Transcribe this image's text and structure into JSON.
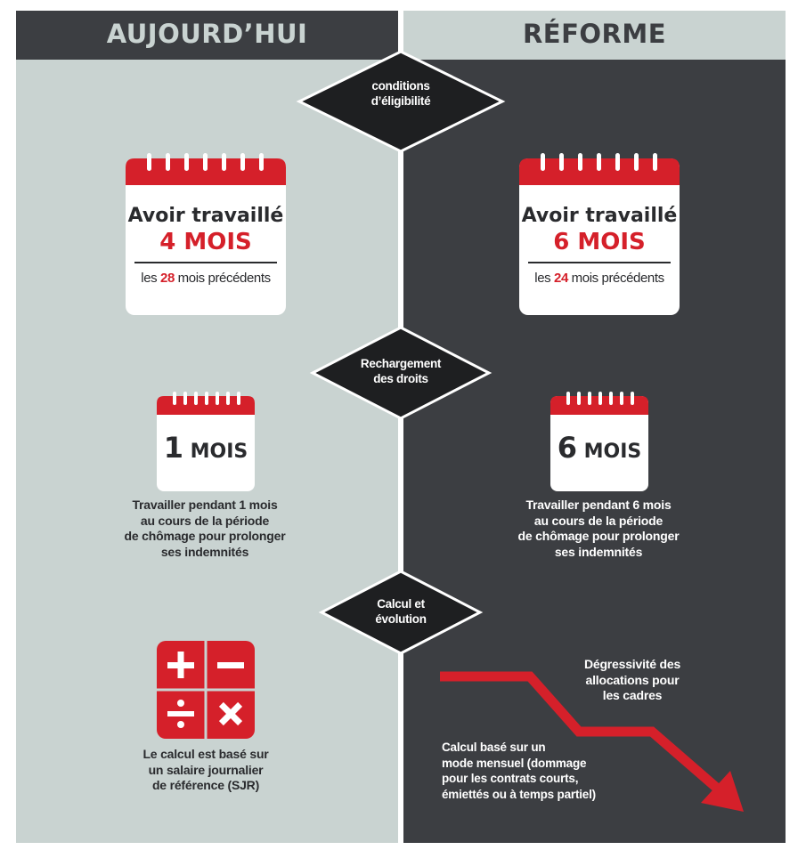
{
  "headers": {
    "left": "AUJOURD’HUI",
    "right": "RÉFORME"
  },
  "colors": {
    "accent_red": "#d5202a",
    "dark": "#3c3e42",
    "light": "#c9d3d1"
  },
  "sections": {
    "eligibility": {
      "label": [
        "conditions",
        "d’éligibilité"
      ],
      "left": {
        "line1": "Avoir travaillé",
        "line2": "4 MOIS",
        "sub_prefix": "les ",
        "sub_num": "28",
        "sub_suffix": " mois précédents"
      },
      "right": {
        "line1": "Avoir travaillé",
        "line2": "6 MOIS",
        "sub_prefix": "les ",
        "sub_num": "24",
        "sub_suffix": " mois précédents"
      }
    },
    "recharge": {
      "label": [
        "Rechargement",
        "des droits"
      ],
      "left": {
        "num": "1",
        "word": " MOIS",
        "desc": [
          "Travailler pendant 1 mois",
          "au cours de la période",
          "de chômage pour prolonger",
          "ses indemnités"
        ]
      },
      "right": {
        "num": "6",
        "word": " MOIS",
        "desc": [
          "Travailler pendant 6 mois",
          "au cours de la période",
          "de chômage pour prolonger",
          "ses indemnités"
        ]
      }
    },
    "calcul": {
      "label": [
        "Calcul et",
        "évolution"
      ],
      "left": {
        "desc": [
          "Le calcul est basé sur",
          "un salaire journalier",
          "de référence (SJR)"
        ]
      },
      "right": {
        "top_desc": [
          "Dégressivité des",
          "allocations pour",
          "les cadres"
        ],
        "bottom_desc": [
          "Calcul basé sur un",
          "mode mensuel (dommage",
          "pour les contrats courts,",
          "émiettés ou à temps partiel)"
        ]
      }
    }
  },
  "icons": {
    "calendar": "calendar-icon",
    "calculator": "calculator-icon",
    "arrow": "downward-trend-arrow-icon"
  }
}
